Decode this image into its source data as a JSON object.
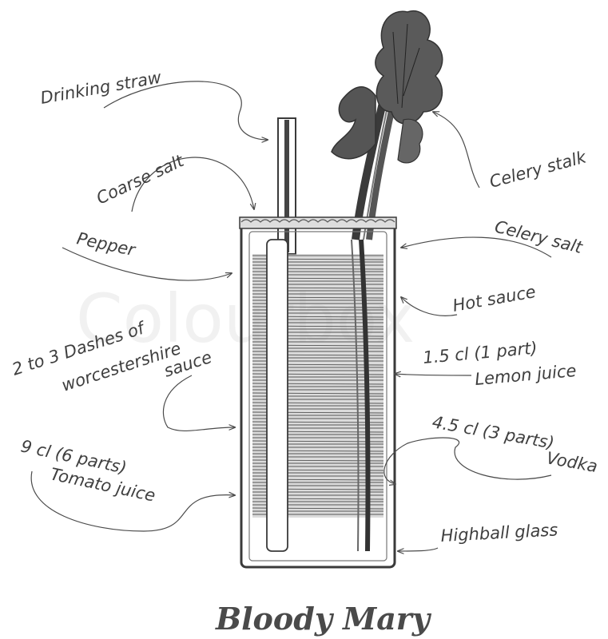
{
  "title": "Bloody Mary",
  "watermark": "Colourbox",
  "labels": {
    "drinking_straw": "Drinking straw",
    "coarse_salt": "Coarse salt",
    "pepper": "Pepper",
    "dashes_line1": "2 to 3 Dashes of",
    "dashes_line2": "worcestershire",
    "dashes_line3": "sauce",
    "tomato_line1": "9 cl (6 parts)",
    "tomato_line2": "Tomato juice",
    "celery_stalk": "Celery stalk",
    "celery_salt": "Celery salt",
    "hot_sauce": "Hot sauce",
    "lemon_line1": "1.5 cl (1 part)",
    "lemon_line2": "Lemon juice",
    "vodka_line1": "4.5 cl (3 parts)",
    "vodka_line2": "Vodka",
    "highball_glass": "Highball glass"
  },
  "colors": {
    "ink": "#3a3a3a",
    "background": "#ffffff"
  }
}
